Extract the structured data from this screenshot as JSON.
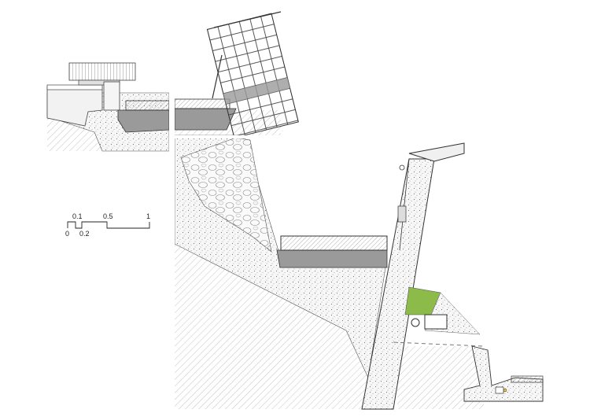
{
  "scale_bar": {
    "labels_top": [
      "0.1",
      "0.5",
      "1"
    ],
    "labels_bottom": [
      "0",
      "0.2"
    ]
  },
  "colors": {
    "line": "#3a3a3a",
    "concrete_fill": "#eeeeee",
    "dark_fill": "#9a9a9a",
    "slab_fill": "#d9d9d9",
    "vegetation": "#8dbb4a",
    "background": "#ffffff"
  }
}
